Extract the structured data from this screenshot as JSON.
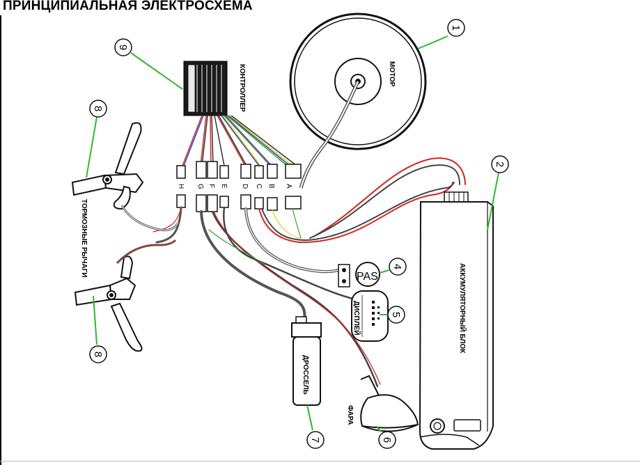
{
  "title": "ПРИНЦИПИАЛЬНАЯ ЭЛЕКТРОСХЕМА",
  "labels": {
    "motor": "МОТОР",
    "controller": "КОНТРОЛЛЕР",
    "battery": "АККУМУЛЯТОРНЫЙ БЛОК",
    "brake_levers": "ТОРМОЗНЫЕ РЫЧАГИ",
    "throttle": "ДРОССЕЛЬ",
    "display": "ДИСПЛЕЙ",
    "headlight": "ФАРА",
    "pas": "PAS"
  },
  "connectors": [
    "H",
    "G",
    "F",
    "E",
    "D",
    "C",
    "B",
    "A"
  ],
  "callouts": {
    "motor": "1",
    "battery": "2",
    "pas": "4",
    "display": "5",
    "headlight": "6",
    "throttle": "7",
    "brake_top": "8",
    "brake_bottom": "8",
    "controller": "9"
  },
  "colors": {
    "callout_line": "#2db82d",
    "wire_red": "#d4251c",
    "wire_dark": "#3a3a3a",
    "wire_blue": "#2a3fbf",
    "wire_yellow": "#e3d21b",
    "wire_green": "#31a531",
    "wire_purple": "#7b2fa0"
  }
}
